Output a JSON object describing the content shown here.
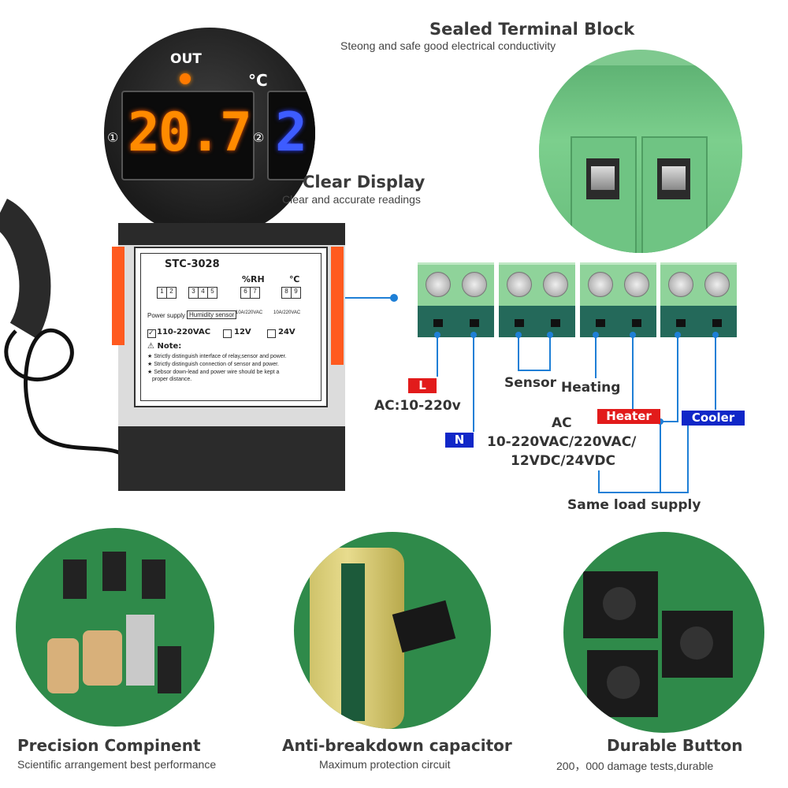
{
  "display": {
    "out_label": "OUT",
    "unit": "°C",
    "reading_primary": "20.7",
    "reading_secondary": "2",
    "marker_1": "①",
    "marker_2": "②"
  },
  "features": {
    "terminal": {
      "title": "Sealed Terminal Block",
      "subtitle": "Steong and safe good electrical conductivity"
    },
    "display": {
      "title": "Clear Display",
      "subtitle": "Clear and accurate readings"
    },
    "precision": {
      "title": "Precision Compinent",
      "subtitle": "Scientific arrangement best performance"
    },
    "capacitor": {
      "title": "Anti-breakdown capacitor",
      "subtitle": "Maximum protection circuit"
    },
    "button": {
      "title": "Durable Button",
      "subtitle": "200，000 damage tests,durable"
    }
  },
  "controller": {
    "model": "STC-3028",
    "rh_label": "%RH",
    "c_label": "℃",
    "terminals": [
      "1",
      "2",
      "3",
      "4",
      "5",
      "6",
      "7",
      "8",
      "9"
    ],
    "power_supply": "Power supply",
    "humidity_sensor": "Humidity sensor",
    "relay_rating_1": "10A/220VAC",
    "relay_rating_2": "10A/220VAC",
    "voltage_options": [
      "110-220VAC",
      "12V",
      "24V"
    ],
    "note_label": "Note:",
    "notes": [
      "Strictly distinguish interface of relay,sensor and power.",
      "Strictly distinguish connection of sensor and power.",
      "Sebsor down-lead and power wire should be kept a",
      "proper distance."
    ]
  },
  "wiring": {
    "L": "L",
    "N": "N",
    "ac_supply": "AC:10-220v",
    "sensor": "Sensor",
    "heating": "Heating",
    "heater": "Heater",
    "cooler": "Cooler",
    "ac": "AC",
    "load_voltage_1": "10-220VAC/220VAC/",
    "load_voltage_2": "12VDC/24VDC",
    "same_load": "Same load supply"
  },
  "colors": {
    "wire": "#1e7fd6",
    "red_tag": "#e21b1b",
    "blue_tag": "#1027c8",
    "orange_digit": "#ff8a00",
    "blue_digit": "#3d5cff"
  }
}
